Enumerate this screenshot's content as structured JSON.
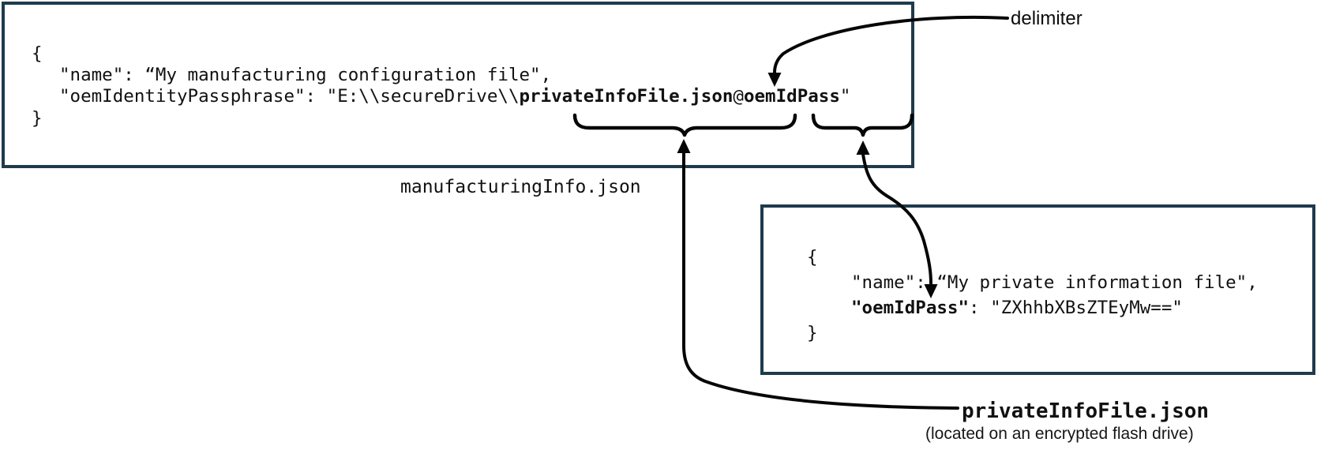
{
  "colors": {
    "box_border": "#1f3b4c",
    "text": "#111111",
    "arrow": "#060606"
  },
  "box1": {
    "caption": "manufacturingInfo.json",
    "lines": {
      "open": "{",
      "name_line": "\"name\": “My manufacturing configuration file\",",
      "pass_key": "\"oemIdentityPassphrase\": \"E:\\\\secureDrive\\\\",
      "pass_file": "privateInfoFile.json",
      "pass_at": "@",
      "pass_secret": "oemIdPass",
      "pass_endquote": "\"",
      "close": "}"
    }
  },
  "box2": {
    "lines": {
      "open": "{",
      "name_line": "\"name\": “My private information file\",",
      "key_bold": "\"oemIdPass\"",
      "key_rest": ": \"ZXhhbXBsZTEyMw==\"",
      "close": "}"
    }
  },
  "annotations": {
    "delimiter_label": "delimiter",
    "private_file_label": "privateInfoFile.json",
    "private_file_note": "(located on an encrypted flash drive)"
  }
}
